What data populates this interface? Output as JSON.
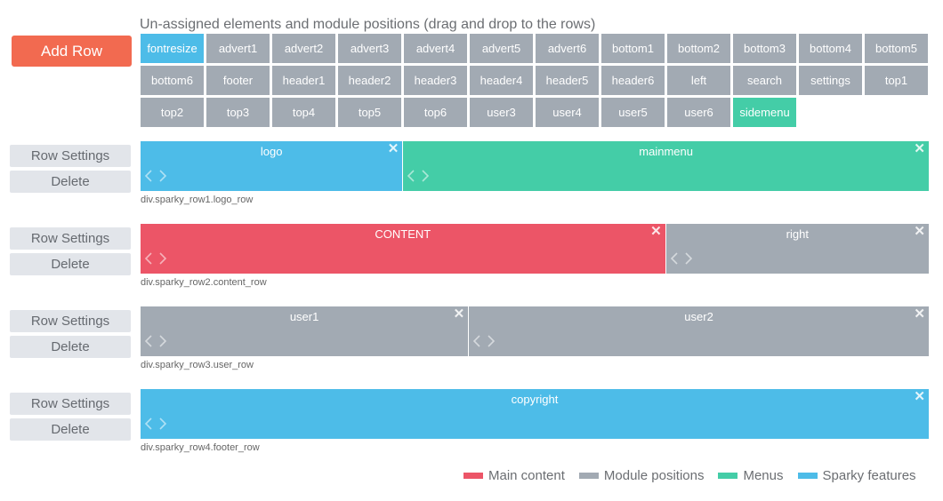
{
  "pool": {
    "heading": "Un-assigned elements and module positions (drag and drop to the rows)",
    "items": [
      {
        "label": "fontresize",
        "kind": "feature"
      },
      {
        "label": "advert1",
        "kind": "module"
      },
      {
        "label": "advert2",
        "kind": "module"
      },
      {
        "label": "advert3",
        "kind": "module"
      },
      {
        "label": "advert4",
        "kind": "module"
      },
      {
        "label": "advert5",
        "kind": "module"
      },
      {
        "label": "advert6",
        "kind": "module"
      },
      {
        "label": "bottom1",
        "kind": "module"
      },
      {
        "label": "bottom2",
        "kind": "module"
      },
      {
        "label": "bottom3",
        "kind": "module"
      },
      {
        "label": "bottom4",
        "kind": "module"
      },
      {
        "label": "bottom5",
        "kind": "module"
      },
      {
        "label": "bottom6",
        "kind": "module"
      },
      {
        "label": "footer",
        "kind": "module"
      },
      {
        "label": "header1",
        "kind": "module"
      },
      {
        "label": "header2",
        "kind": "module"
      },
      {
        "label": "header3",
        "kind": "module"
      },
      {
        "label": "header4",
        "kind": "module"
      },
      {
        "label": "header5",
        "kind": "module"
      },
      {
        "label": "header6",
        "kind": "module"
      },
      {
        "label": "left",
        "kind": "module"
      },
      {
        "label": "search",
        "kind": "module"
      },
      {
        "label": "settings",
        "kind": "module"
      },
      {
        "label": "top1",
        "kind": "module"
      },
      {
        "label": "top2",
        "kind": "module"
      },
      {
        "label": "top3",
        "kind": "module"
      },
      {
        "label": "top4",
        "kind": "module"
      },
      {
        "label": "top5",
        "kind": "module"
      },
      {
        "label": "top6",
        "kind": "module"
      },
      {
        "label": "user3",
        "kind": "module"
      },
      {
        "label": "user4",
        "kind": "module"
      },
      {
        "label": "user5",
        "kind": "module"
      },
      {
        "label": "user6",
        "kind": "module"
      },
      {
        "label": "sidemenu",
        "kind": "menu"
      }
    ]
  },
  "toolbar": {
    "add_row_label": "Add Row",
    "row_settings_label": "Row Settings",
    "delete_label": "Delete"
  },
  "rows": [
    {
      "class_label": "div.sparky_row1.logo_row",
      "cells": [
        {
          "label": "logo",
          "kind": "feature",
          "span": 4
        },
        {
          "label": "mainmenu",
          "kind": "menu",
          "span": 8
        }
      ]
    },
    {
      "class_label": "div.sparky_row2.content_row",
      "cells": [
        {
          "label": "CONTENT",
          "kind": "main",
          "span": 8
        },
        {
          "label": "right",
          "kind": "module",
          "span": 4
        }
      ]
    },
    {
      "class_label": "div.sparky_row3.user_row",
      "cells": [
        {
          "label": "user1",
          "kind": "module",
          "span": 5
        },
        {
          "label": "user2",
          "kind": "module",
          "span": 7
        }
      ]
    },
    {
      "class_label": "div.sparky_row4.footer_row",
      "cells": [
        {
          "label": "copyright",
          "kind": "feature",
          "span": 12
        }
      ]
    }
  ],
  "legend": [
    {
      "label": "Main content",
      "color": "#ec5567"
    },
    {
      "label": "Module positions",
      "color": "#a2aab3"
    },
    {
      "label": "Menus",
      "color": "#44cda7"
    },
    {
      "label": "Sparky features",
      "color": "#4dbce8"
    }
  ],
  "colors": {
    "add_row": "#f26a50",
    "main": "#ec5567",
    "module": "#a2aab3",
    "menu": "#44cda7",
    "feature": "#4dbce8",
    "side_button": "#e2e5ea"
  },
  "icons": {
    "close": "close-icon",
    "shrink": "chevron-left-icon",
    "grow": "chevron-right-icon"
  }
}
